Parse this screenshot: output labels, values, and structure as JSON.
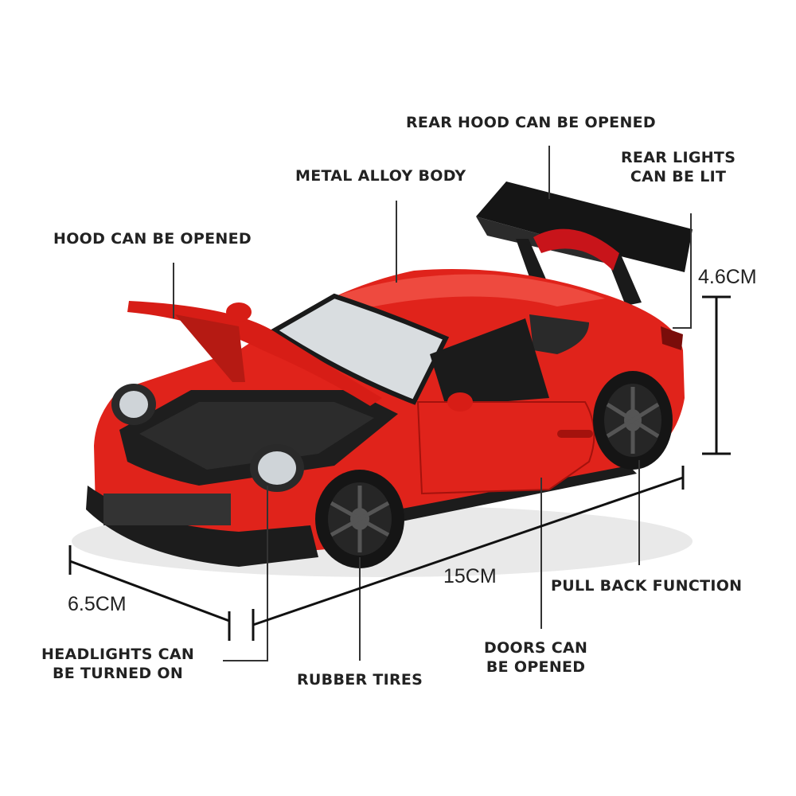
{
  "labels": {
    "rear_hood": "REAR HOOD CAN BE OPENED",
    "rear_lights_line1": "REAR LIGHTS",
    "rear_lights_line2": "CAN BE LIT",
    "metal_body": "METAL ALLOY BODY",
    "hood": "HOOD CAN BE OPENED",
    "headlights_line1": "HEADLIGHTS CAN",
    "headlights_line2": "BE TURNED ON",
    "rubber_tires": "RUBBER TIRES",
    "doors_line1": "DOORS CAN",
    "doors_line2": "BE OPENED",
    "pull_back": "PULL BACK FUNCTION"
  },
  "dimensions": {
    "height": "4.6CM",
    "length": "15CM",
    "width": "6.5CM"
  },
  "colors": {
    "body": "#e0231b",
    "body_dark": "#a4120d",
    "trim": "#1c1c1c",
    "line": "#333333"
  }
}
